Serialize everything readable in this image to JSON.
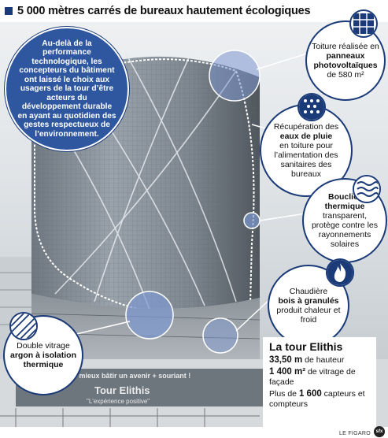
{
  "title": "5 000 mètres carrés de bureaux hautement écologiques",
  "intro": "Au-delà de la performance technologique, les concepteurs du bâtiment ont laissé le choix aux usagers de la tour d’être acteurs du développement durable en ayant au quotidien des gestes respectueux de l’environnement.",
  "features": {
    "solar": {
      "pre": "Toiture réalisée en",
      "bold": "panneaux photovoltaïques",
      "post": "de 580 m²",
      "icon": "solar-panel-icon"
    },
    "rain": {
      "pre": "Récupération des",
      "bold": "eaux de pluie",
      "post": "en toiture pour l’alimentation des sanitaires des bureaux",
      "icon": "rain-drops-icon"
    },
    "shield": {
      "bold": "Bouclier thermique",
      "post": "transparent, protège contre les rayonnements solaires",
      "icon": "heat-waves-icon"
    },
    "boiler": {
      "pre": "Chaudière",
      "bold": "bois à granulés",
      "post": "produit chaleur et froid",
      "icon": "flame-icon"
    },
    "glazing": {
      "pre": "Double vitrage",
      "bold": "argon à isolation thermique",
      "icon": "hatched-glass-icon"
    }
  },
  "facts": {
    "title": "La tour Elithis",
    "height_value": "33,50 m",
    "height_text": "de hauteur",
    "glass_value": "1 400 m²",
    "glass_text": "de vitrage de façade",
    "sensors_pre": "Plus de",
    "sensors_value": "1 600",
    "sensors_text": "capteurs et compteurs"
  },
  "photo_texts": {
    "banner": "Je innove pour mieux bâtir un avenir + souriant !",
    "sign_name": "Tour Elithis",
    "sign_sub": "\"L'expérience positive\""
  },
  "credit": "LE FIGARO",
  "credit_badge": "sfx",
  "colors": {
    "navy": "#1a3a78",
    "intro_blue": "#2f57a0",
    "light_blue": "#7d98d0"
  }
}
